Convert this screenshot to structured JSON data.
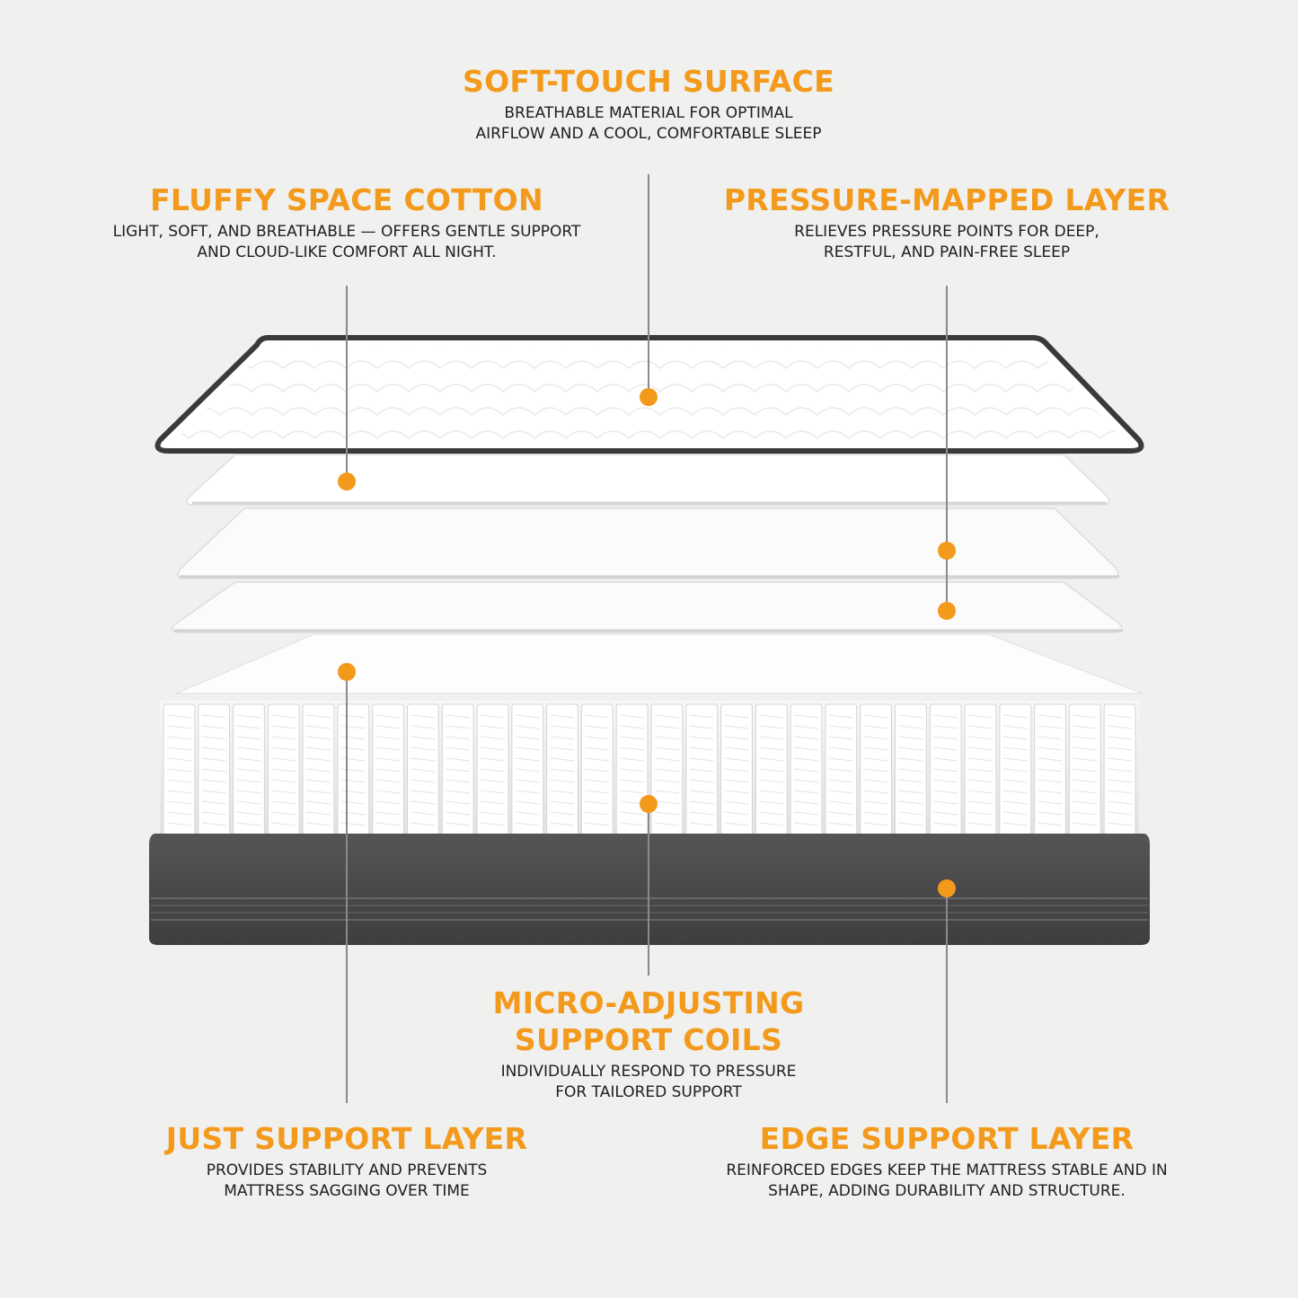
{
  "colors": {
    "accent": "#f39a1c",
    "background": "#f0f0ee",
    "text": "#1e1e1e",
    "leader_line": "#8a8a8a",
    "base_dark": "#4b4b4b"
  },
  "labels": {
    "soft_touch": {
      "title": "SOFT-TOUCH SURFACE",
      "line1": "BREATHABLE MATERIAL FOR OPTIMAL",
      "line2": "AIRFLOW AND A COOL, COMFORTABLE SLEEP"
    },
    "fluffy_cotton": {
      "title": "FLUFFY SPACE COTTON",
      "line1": "LIGHT, SOFT, AND BREATHABLE — OFFERS GENTLE SUPPORT",
      "line2": "AND CLOUD-LIKE COMFORT ALL NIGHT."
    },
    "pressure_mapped": {
      "title": "PRESSURE-MAPPED LAYER",
      "line1": "RELIEVES PRESSURE POINTS FOR DEEP,",
      "line2": "RESTFUL, AND PAIN-FREE SLEEP"
    },
    "micro_coils": {
      "title_line1": "MICRO-ADJUSTING",
      "title_line2": "SUPPORT COILS",
      "line1": "INDIVIDUALLY RESPOND TO PRESSURE",
      "line2": "FOR TAILORED SUPPORT"
    },
    "just_support": {
      "title": "JUST SUPPORT LAYER",
      "line1": "PROVIDES STABILITY AND PREVENTS",
      "line2": "MATTRESS SAGGING OVER TIME"
    },
    "edge_support": {
      "title": "EDGE SUPPORT LAYER",
      "line1": "REINFORCED EDGES KEEP THE MATTRESS STABLE AND IN",
      "line2": "SHAPE, ADDING DURABILITY AND STRUCTURE."
    }
  }
}
